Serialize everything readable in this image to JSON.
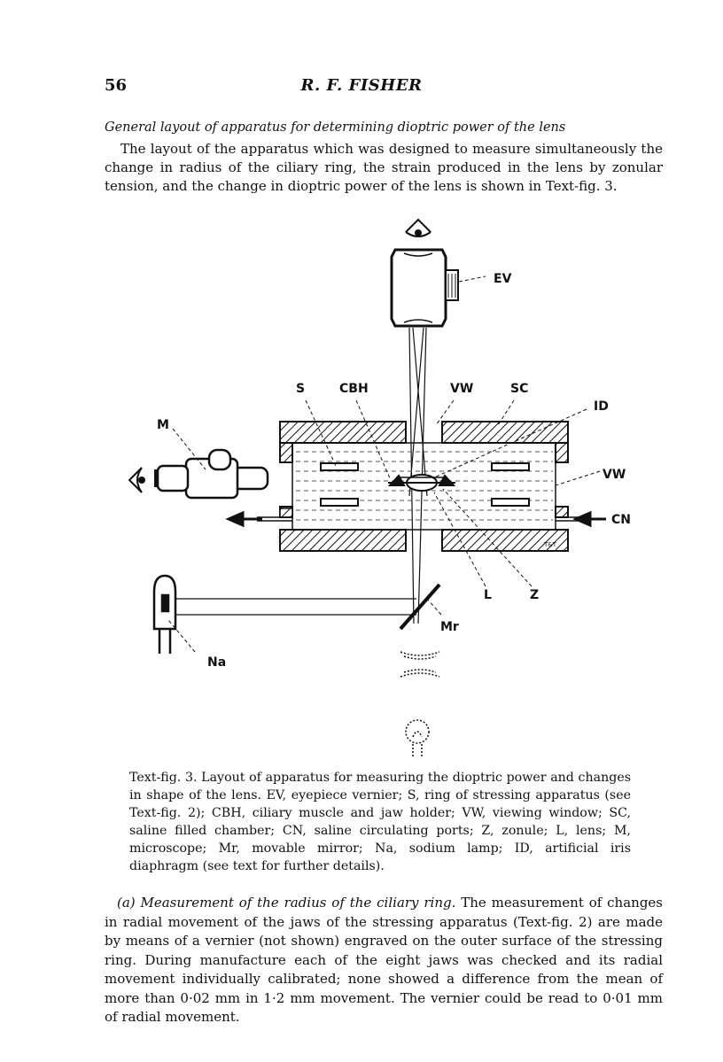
{
  "header": {
    "page_number": "56",
    "author": "R. F. FISHER"
  },
  "section_heading": "General layout of apparatus for determining dioptric power of the lens",
  "paragraph1": "The layout of the apparatus which was designed to measure simultaneously the change in radius of the ciliary ring, the strain produced in the lens by zonular tension, and the change in dioptric power of the lens is shown in Text-fig. 3.",
  "figure": {
    "labels": {
      "EV": "EV",
      "S": "S",
      "CBH": "CBH",
      "VW_top": "VW",
      "SC": "SC",
      "ID": "ID",
      "M": "M",
      "VW_right": "VW",
      "CN": "CN",
      "L": "L",
      "Z": "Z",
      "Mr": "Mr",
      "Na": "Na",
      "artist_mark": "T&T"
    }
  },
  "caption": "Text-fig. 3. Layout of apparatus for measuring the dioptric power and changes in shape of the lens. EV, eyepiece vernier; S, ring of stressing apparatus (see Text-fig. 2); CBH, ciliary muscle and jaw holder; VW, viewing window; SC, saline filled chamber; CN, saline circulating ports; Z, zonule; L, lens; M, microscope; Mr, movable mirror; Na, sodium lamp; ID, artificial iris diaphragm (see text for further details).",
  "paragraph2": {
    "lead": "(a) Measurement of the radius of the ciliary ring.",
    "body": " The measurement of changes in radial movement of the jaws of the stressing apparatus (Text-fig. 2) are made by means of a vernier (not shown) engraved on the outer surface of the stressing ring. During manufacture each of the eight jaws was checked and its radial movement individually calibrated; none showed a difference from the mean of more than 0·02 mm in 1·2 mm movement. The vernier could be read to 0·01 mm of radial movement."
  }
}
